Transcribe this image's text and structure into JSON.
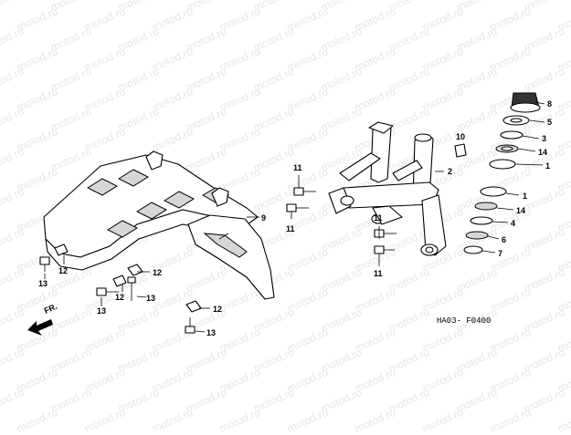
{
  "watermark": {
    "text": "motod.ru"
  },
  "diagram_code": "HA03- F0400",
  "direction_label": "FR.",
  "callouts": {
    "c8": "8",
    "c5": "5",
    "c3": "3",
    "c14a": "14",
    "c1a": "1",
    "c10": "10",
    "c2": "2",
    "c1b": "1",
    "c14b": "14",
    "c4": "4",
    "c6": "6",
    "c7": "7",
    "c9": "9",
    "c11a": "11",
    "c11b": "11",
    "c11c": "11",
    "c11d": "11",
    "c12a": "12",
    "c12b": "12",
    "c12c": "12",
    "c12d": "12",
    "c13a": "13",
    "c13b": "13",
    "c13c": "13",
    "c13d": "13"
  }
}
